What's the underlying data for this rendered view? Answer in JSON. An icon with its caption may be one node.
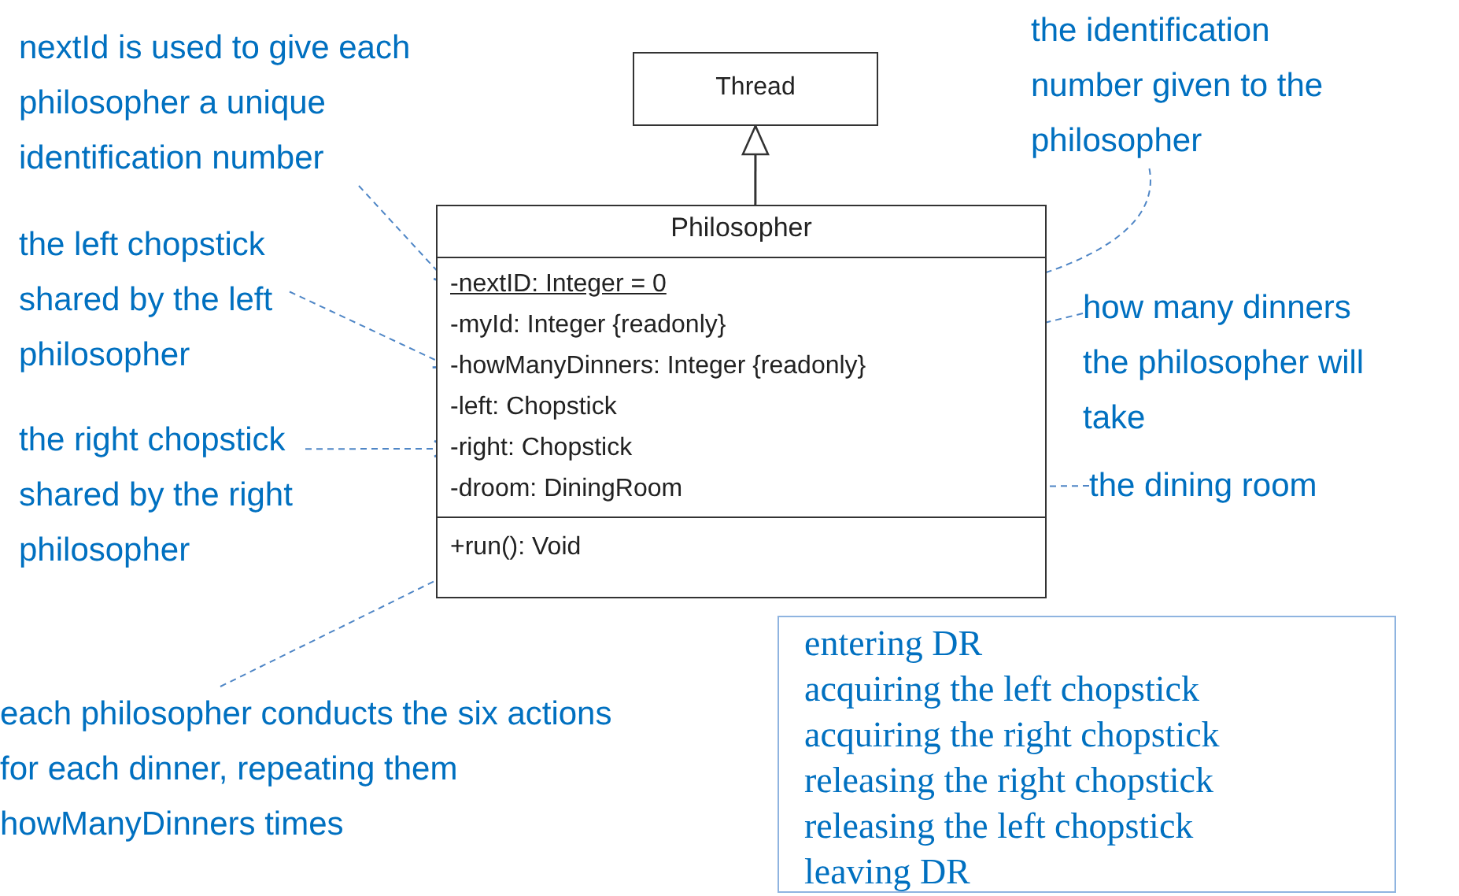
{
  "diagram": {
    "nodes": [
      {
        "text": [
          "Thread"
        ]
      },
      {
        "text": [
          "Philosopher"
        ]
      },
      {
        "text": [
          "-nextID: Integer = 0"
        ],
        "in": 1
      },
      {
        "text": [
          "-myId: Integer {readonly}"
        ],
        "in": 1
      },
      {
        "text": [
          "-howManyDinners: Integer {readonly}"
        ],
        "in": 1
      },
      {
        "text": [
          "-left: Chopstick"
        ],
        "in": 1
      },
      {
        "text": [
          "-right: Chopstick"
        ],
        "in": 1
      },
      {
        "text": [
          "-droom: DiningRoom"
        ],
        "in": 1
      },
      {
        "text": [
          "+run(): Void"
        ],
        "in": 1
      },
      {
        "text": [
          "nextId is used to give each philosopher a unique identification number"
        ]
      },
      {
        "text": [
          "the identification number given to the philosopher"
        ]
      },
      {
        "text": [
          "the left chopstick shared by the left philosopher"
        ]
      },
      {
        "text": [
          "how many dinners the philosopher will take"
        ]
      },
      {
        "text": [
          "the right chopstick shared by the right philosopher"
        ]
      },
      {
        "text": [
          "the dining room"
        ]
      },
      {
        "text": [
          "each philosopher conducts the six actions for each dinner, repeating them howManyDinners times"
        ]
      },
      {
        "text": [
          "entering DR",
          "acquiring the left chopstick",
          "acquiring the right chopstick",
          "releasing the right chopstick",
          "releasing the left chopstick",
          "leaving DR"
        ]
      }
    ],
    "edges": [
      {
        "from": 1,
        "to": 0,
        "arrow": "to",
        "color": "#333333"
      },
      {
        "from": 9,
        "to": 2,
        "arrow": "to",
        "style": "dashed"
      },
      {
        "from": 10,
        "to": 3,
        "arrow": "to",
        "style": "dashed"
      },
      {
        "from": 11,
        "to": 4,
        "arrow": "to",
        "style": "dashed"
      },
      {
        "from": 12,
        "to": 4,
        "arrow": "to",
        "style": "dashed"
      },
      {
        "from": 13,
        "to": 6,
        "arrow": "to",
        "style": "dashed"
      },
      {
        "from": 14,
        "to": 7,
        "arrow": "to",
        "style": "dashed"
      },
      {
        "from": 15,
        "to": 8,
        "arrow": "to",
        "style": "dashed"
      }
    ]
  }
}
